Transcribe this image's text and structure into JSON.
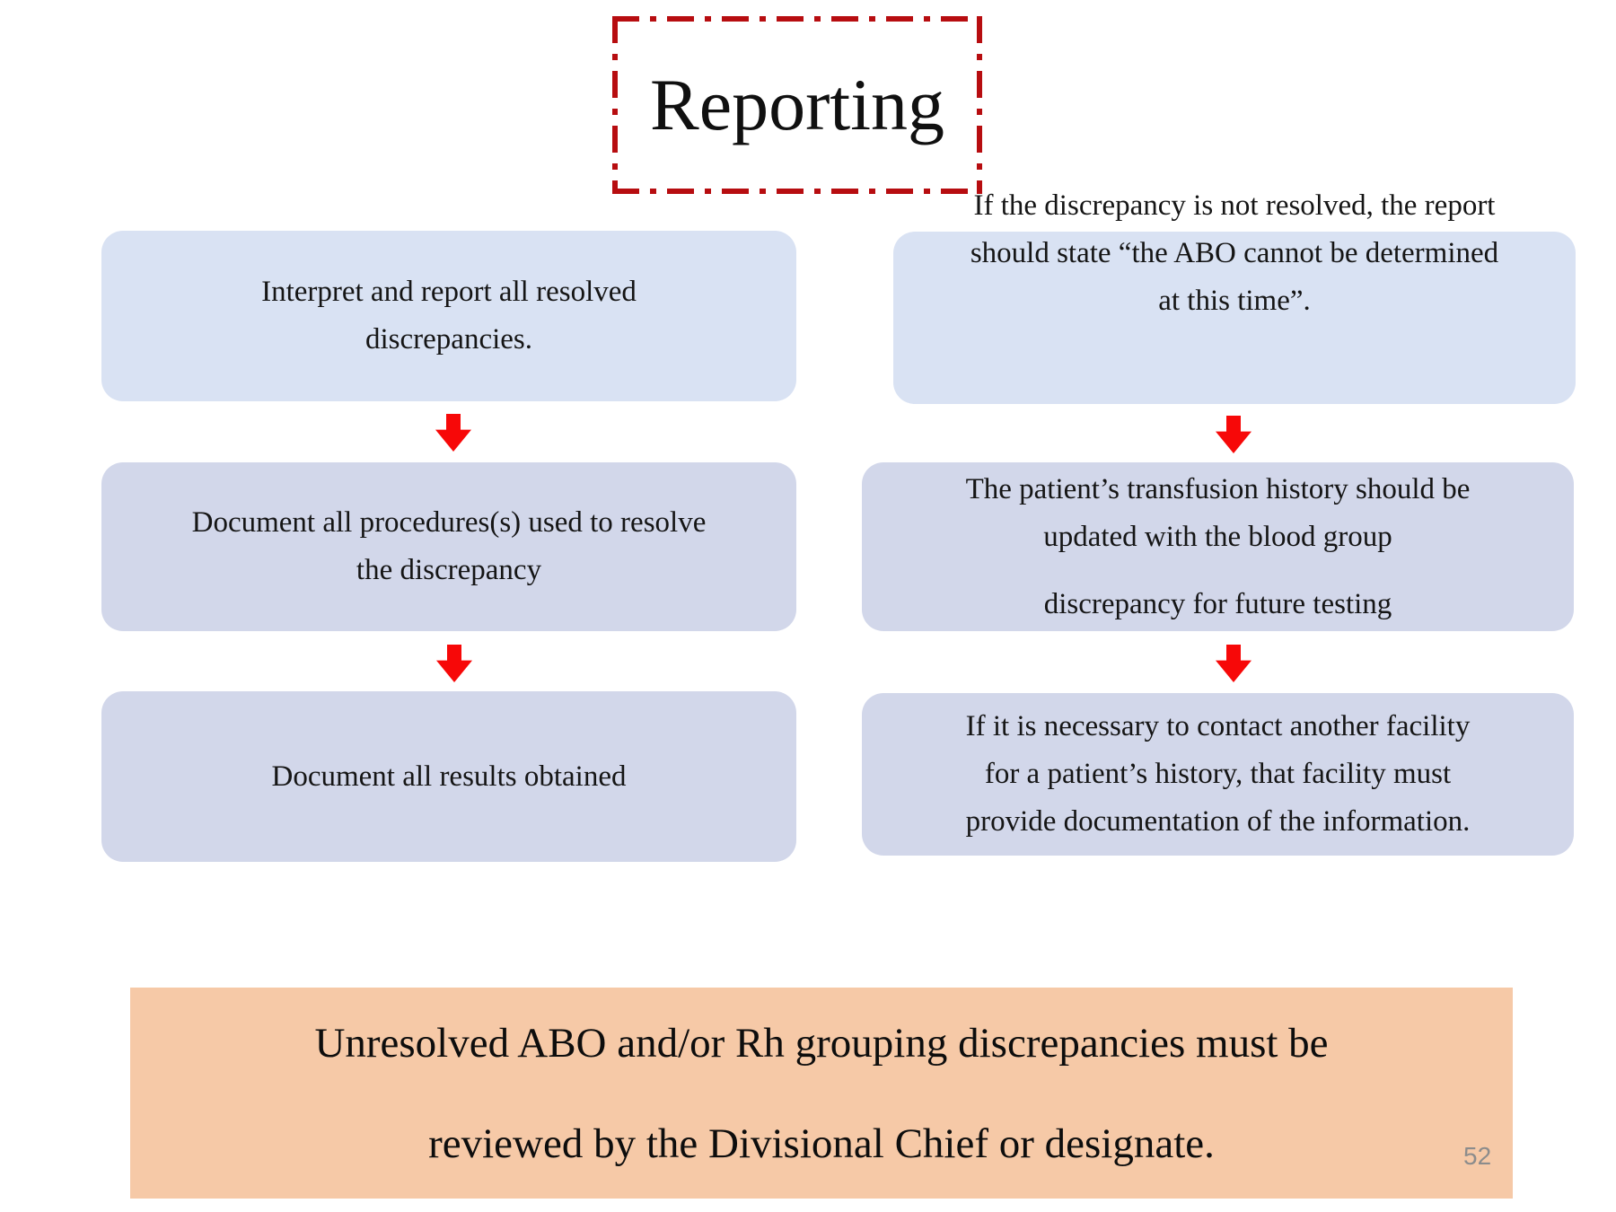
{
  "title": {
    "text": "Reporting"
  },
  "flow": {
    "left": [
      {
        "lines": [
          "Interpret and report all resolved",
          "discrepancies."
        ]
      },
      {
        "lines": [
          "Document all procedures(s) used to resolve",
          "the discrepancy"
        ]
      },
      {
        "lines": [
          "Document all results obtained"
        ]
      }
    ],
    "right": [
      {
        "lines": [
          "If the discrepancy is not resolved, the report",
          "should state “the ABO cannot be determined",
          "at this time”."
        ]
      },
      {
        "lines": [
          "The patient’s transfusion history should be",
          "updated with the blood group",
          "discrepancy for future testing"
        ]
      },
      {
        "lines": [
          "If it is necessary to contact another facility",
          "for a patient’s history, that facility must",
          "provide documentation of the information."
        ]
      }
    ]
  },
  "footer": {
    "lines": [
      "Unresolved ABO and/or Rh grouping discrepancies must be",
      "reviewed by the Divisional Chief or designate."
    ]
  },
  "page_number": "52",
  "icons": {
    "flow_arrow": "down-block-arrow"
  },
  "colors": {
    "box_blue": "#d9e2f3",
    "box_lavender": "#d2d7ea",
    "footer_peach": "#f6c9a7",
    "arrow_red": "#f70808",
    "title_border_red": "#b70d10",
    "text_ink": "#151515",
    "page_number_gray": "#8c8c8c"
  }
}
